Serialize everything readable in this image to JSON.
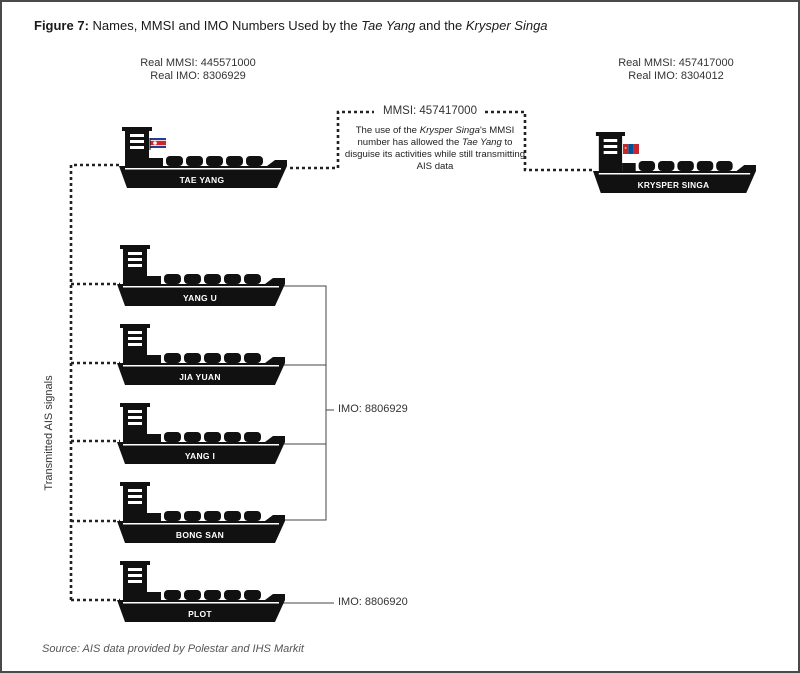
{
  "figure": {
    "label": "Figure 7:",
    "title_parts": [
      {
        "text": "Names, MMSI and IMO Numbers Used by the ",
        "italic": false
      },
      {
        "text": "Tae Yang",
        "italic": true
      },
      {
        "text": " and the ",
        "italic": false
      },
      {
        "text": "Krysper Singa",
        "italic": true
      }
    ]
  },
  "tae_yang_info": {
    "mmsi": "Real MMSI: 445571000",
    "imo": "Real IMO: 8306929"
  },
  "krysper_info": {
    "mmsi": "Real MMSI: 457417000",
    "imo": "Real IMO: 8304012"
  },
  "link": {
    "mmsi_label": "MMSI: 457417000",
    "note_parts": [
      {
        "text": "The use of the ",
        "italic": false
      },
      {
        "text": "Krysper Singa",
        "italic": true
      },
      {
        "text": "'s MMSI number has allowed the ",
        "italic": false
      },
      {
        "text": "Tae Yang",
        "italic": true
      },
      {
        "text": " to disguise its activities while still transmitting AIS data",
        "italic": false
      }
    ]
  },
  "ships": {
    "tae_yang": {
      "name": "TAE YANG",
      "flag": "north-korea-flag"
    },
    "krysper_singa": {
      "name": "KRYSPER SINGA",
      "flag": "mongolia-flag"
    },
    "yang_u": {
      "name": "YANG U"
    },
    "jia_yuan": {
      "name": "JIA YUAN"
    },
    "yang_i": {
      "name": "YANG I"
    },
    "bong_san": {
      "name": "BONG SAN"
    },
    "plot": {
      "name": "PLOT"
    }
  },
  "imo_group": "IMO: 8806929",
  "imo_plot": "IMO: 8806920",
  "side_label": "Transmitted AIS signals",
  "source": "Source: AIS data provided by Polestar and IHS Markit",
  "colors": {
    "ship": "#111111",
    "line": "#222222",
    "frame": "#4a4a4a",
    "flag_nk_red": "#d2232a",
    "flag_nk_blue": "#1f3f8f",
    "flag_mn_red": "#c4272f",
    "flag_mn_blue": "#015197"
  }
}
